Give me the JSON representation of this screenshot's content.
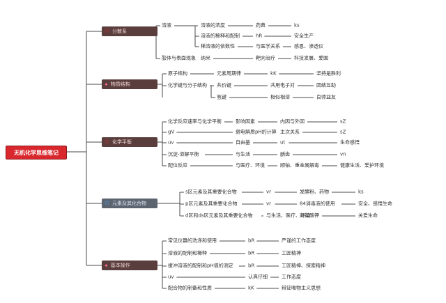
{
  "root": "无机化学思维笔记",
  "branches": [
    {
      "label": "分散系",
      "icon": "star-icon",
      "rows": [
        [
          "溶液",
          "溶液的浓度",
          "药典",
          "ks"
        ],
        [
          "",
          "溶液的稀释和配制",
          "hR",
          "安全生产"
        ],
        [
          "",
          "稀溶液的依数性",
          "与医学关系",
          "感恩、渗透仪"
        ],
        [
          "胶体与表面现象",
          "纳米",
          "靶向治疗",
          "科技发展、爱国"
        ]
      ]
    },
    {
      "label": "物质结构",
      "icon": "wand-icon",
      "rows": [
        [
          "原子结构",
          "元素周期律",
          "kK",
          "坚持是胜利"
        ],
        [
          "化学键与分子结构",
          "共价键",
          "共用电子对",
          "团结互助"
        ],
        [
          "",
          "氢键",
          "相似相溶",
          "良师益友"
        ]
      ]
    },
    {
      "label": "化学平衡",
      "icon": "star-icon",
      "rows": [
        [
          "化学反应速率与化学平衡",
          "影响因素",
          "内因与外因",
          "sZ"
        ],
        [
          "gV",
          "弱电解质pH的计算",
          "主次关系",
          "sZ"
        ],
        [
          "uv",
          "自由基",
          "ut",
          "生命感悟"
        ],
        [
          "沉淀-溶解平衡",
          "与生活",
          "龋齿",
          "vn"
        ],
        [
          "配位反应",
          "与医疗、环境",
          "顺铂、重金属解毒",
          "健康生活、爱护环境"
        ]
      ]
    },
    {
      "label": "元素及其化合物",
      "icon": "star-blue-icon",
      "rows": [
        [
          "s区元素及其重要化合物",
          "vr",
          "发酵粉、药物",
          "ks"
        ],
        [
          "p区元素及其重要化合物",
          "vr",
          "84消毒液的使用",
          "安全、感悟生命"
        ],
        [
          "d区和ds区元素及其重要化合物",
          "与生活、医疗、环境",
          "高锰酸钾",
          "关爱生命"
        ]
      ]
    },
    {
      "label": "基本操作",
      "icon": "wand-icon",
      "rows": [
        [
          "常见仪器的洗涤和使用",
          "bR",
          "严谨的工作态度"
        ],
        [
          "溶液的配制和稀释",
          "bR",
          "工匠精神"
        ],
        [
          "缓冲溶液的配制和pH值的测定",
          "bR",
          "工匠精神、探索精神"
        ],
        [
          "uv",
          "认真仔细",
          "工作态度"
        ],
        [
          "配合物的制备和性质",
          "kK",
          "辩证唯物主义思想"
        ]
      ]
    }
  ]
}
